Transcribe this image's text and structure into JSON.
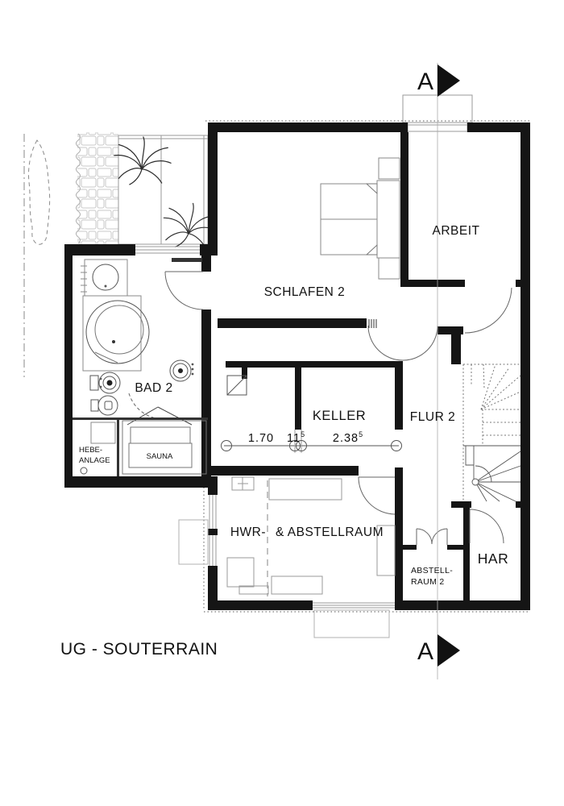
{
  "title": "UG - SOUTERRAIN",
  "section": {
    "label_top": "A",
    "label_bottom": "A"
  },
  "rooms": {
    "schlafen2": "SCHLAFEN 2",
    "arbeit": "ARBEIT",
    "bad2": "BAD 2",
    "keller": "KELLER",
    "flur2": "FLUR 2",
    "hwr_part1": "HWR-",
    "hwr_part2": "& ABSTELLRAUM",
    "har": "HAR",
    "abstellraum2_line1": "ABSTELL-",
    "abstellraum2_line2": "RAUM 2",
    "hebeanlage_line1": "HEBE-",
    "hebeanlage_line2": "ANLAGE",
    "sauna": "SAUNA"
  },
  "dimensions": {
    "left_segment": {
      "value": "1.70"
    },
    "wall": {
      "value": "11",
      "sup": "5"
    },
    "right_segment": {
      "value": "2.38",
      "sup": "5"
    }
  },
  "colors": {
    "wall": "#151515",
    "thin_line": "#555555",
    "gray_line": "#8a8a8a",
    "light_line": "#bbbbbb",
    "background": "#ffffff"
  }
}
